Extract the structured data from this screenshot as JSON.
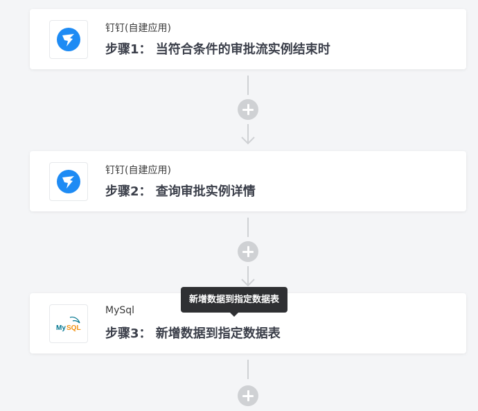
{
  "steps": [
    {
      "app_name": "钉钉(自建应用)",
      "title": "步骤1： 当符合条件的审批流实例结束时",
      "icon": "dingtalk-icon"
    },
    {
      "app_name": "钉钉(自建应用)",
      "title": "步骤2： 查询审批实例详情",
      "icon": "dingtalk-icon"
    },
    {
      "app_name": "MySql",
      "title": "步骤3： 新增数据到指定数据表",
      "icon": "mysql-icon"
    }
  ],
  "tooltip": {
    "text": "新增数据到指定数据表"
  },
  "logos": {
    "mysql_wordmark": "MySQL"
  },
  "colors": {
    "dingtalk_blue": "#1e8bf4",
    "connector_gray": "#cfd1d4",
    "tooltip_bg": "#2f3033",
    "mysql_blue": "#00758f",
    "mysql_orange": "#f29111"
  }
}
